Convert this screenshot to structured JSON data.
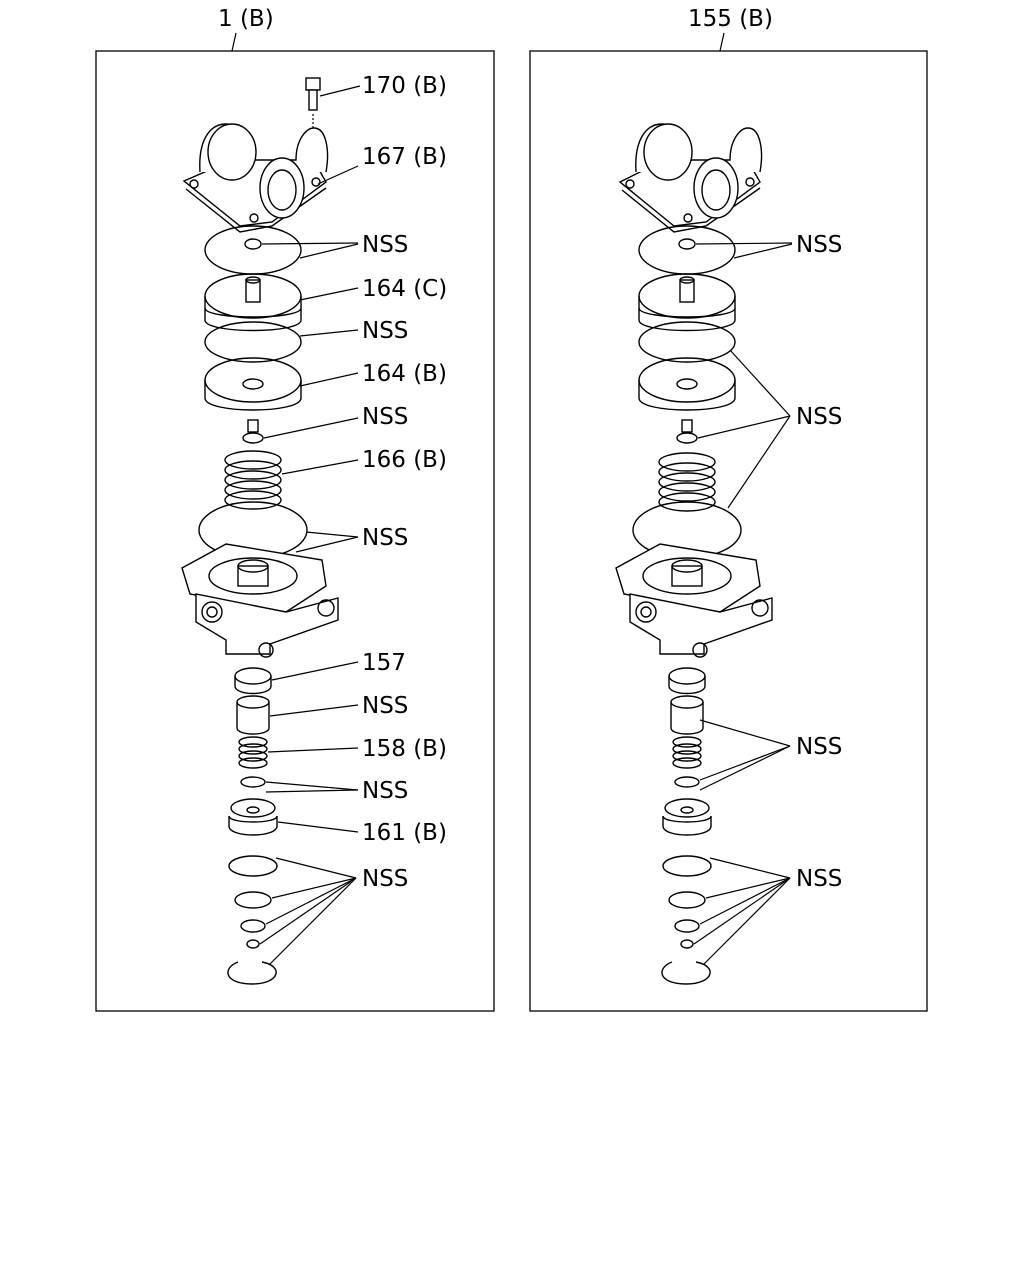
{
  "panels": [
    {
      "assembly_label": "1 (B)",
      "callouts": [
        "170 (B)",
        "167 (B)",
        "NSS",
        "164 (C)",
        "NSS",
        "164 (B)",
        "NSS",
        "166 (B)",
        "NSS",
        "157",
        "NSS",
        "158 (B)",
        "NSS",
        "161 (B)",
        "NSS"
      ]
    },
    {
      "assembly_label": "155 (B)",
      "callouts": [
        "NSS",
        "NSS",
        "NSS",
        "NSS"
      ]
    }
  ]
}
